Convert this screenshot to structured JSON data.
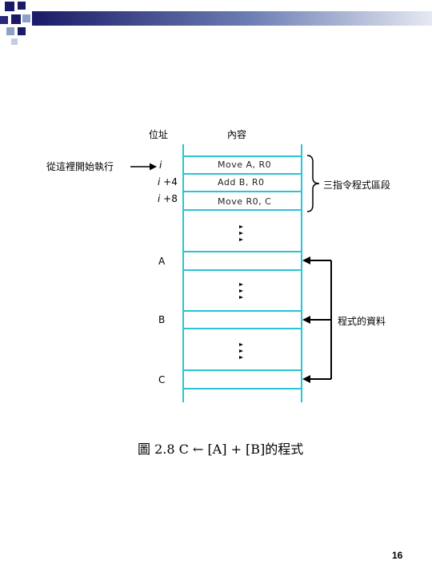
{
  "colors": {
    "banner_dark": "#1a1a66",
    "banner_light": "#8fa0c8",
    "memory_lines": "#29c4d6",
    "text": "#000000"
  },
  "headers": {
    "address": "位址",
    "content": "內容"
  },
  "start_label": "從這裡開始執行",
  "addresses": {
    "i": "i",
    "i_plus_4": "+4",
    "i_plus_8": "+8",
    "a": "A",
    "b": "B",
    "c": "C"
  },
  "instructions": [
    "Move  A, R0",
    "Add    B, R0",
    "Move  R0, C"
  ],
  "brace_labels": {
    "program": "三指令程式區段",
    "data": "程式的資料"
  },
  "caption": "圖 2.8  C ← [A] + [B]的程式",
  "page_number": "16"
}
